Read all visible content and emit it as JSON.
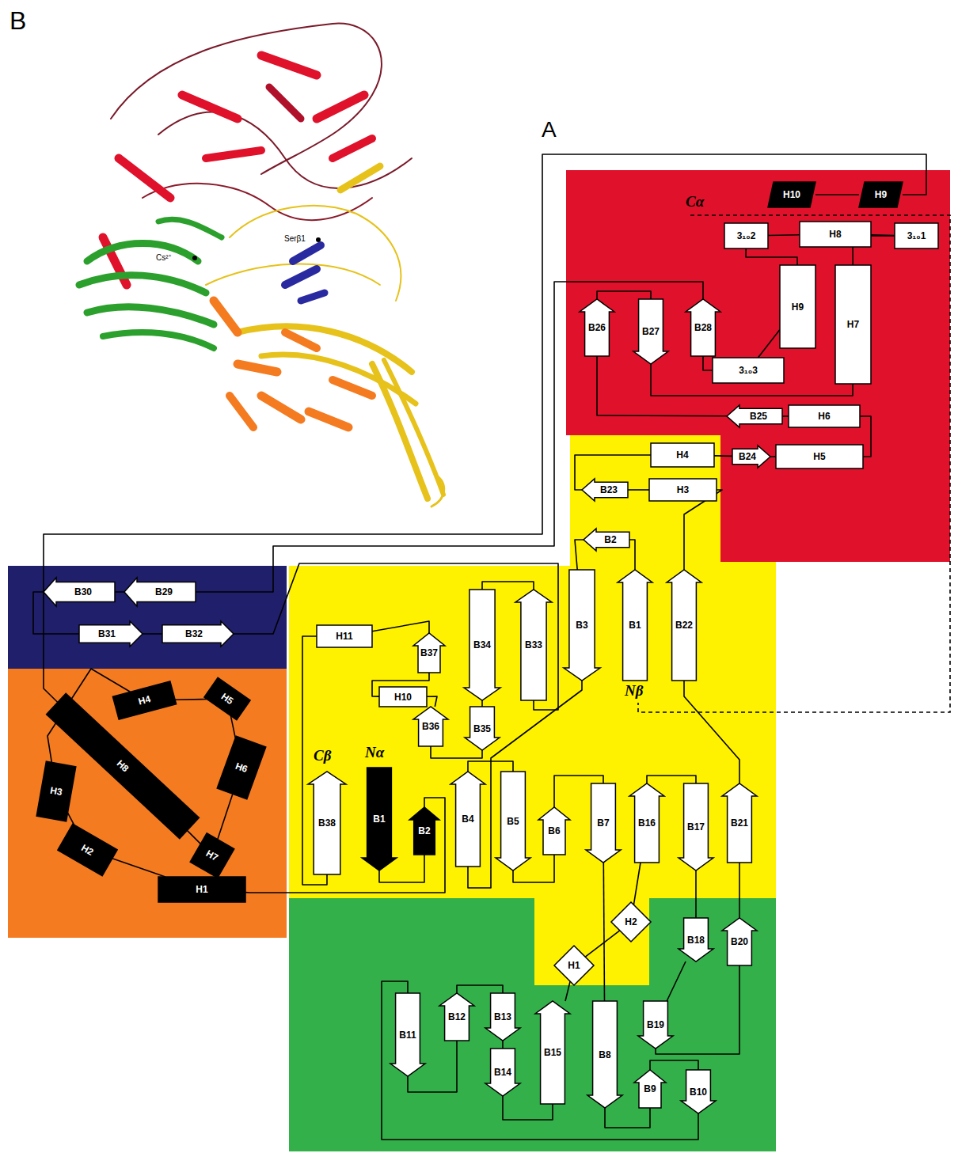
{
  "diagram": {
    "nodes": [
      {
        "text": [
          "H10"
        ]
      },
      {
        "text": [
          "H9"
        ]
      },
      {
        "text": [
          "3₁₀2"
        ]
      },
      {
        "text": [
          "H8"
        ]
      },
      {
        "text": [
          "3₁₀1"
        ]
      },
      {
        "text": [
          "B26"
        ]
      },
      {
        "text": [
          "B27"
        ]
      },
      {
        "text": [
          "B28"
        ]
      },
      {
        "text": [
          "H9"
        ]
      },
      {
        "text": [
          "H7"
        ]
      },
      {
        "text": [
          "3₁₀3"
        ]
      },
      {
        "text": [
          "B25"
        ]
      },
      {
        "text": [
          "H6"
        ]
      },
      {
        "text": [
          "H4"
        ]
      },
      {
        "text": [
          "B24"
        ]
      },
      {
        "text": [
          "H5"
        ]
      },
      {
        "text": [
          "B23"
        ]
      },
      {
        "text": [
          "H3"
        ]
      },
      {
        "text": [
          "B2"
        ]
      },
      {
        "text": [
          "B3"
        ]
      },
      {
        "text": [
          "B1"
        ]
      },
      {
        "text": [
          "B22"
        ]
      },
      {
        "text": [
          "B34"
        ]
      },
      {
        "text": [
          "B33"
        ]
      },
      {
        "text": [
          "B37"
        ]
      },
      {
        "text": [
          "H11"
        ]
      },
      {
        "text": [
          "H10"
        ]
      },
      {
        "text": [
          "B36"
        ]
      },
      {
        "text": [
          "B35"
        ]
      },
      {
        "text": [
          "B38"
        ]
      },
      {
        "text": [
          "B1"
        ]
      },
      {
        "text": [
          "B2"
        ]
      },
      {
        "text": [
          "B4"
        ]
      },
      {
        "text": [
          "B5"
        ]
      },
      {
        "text": [
          "B6"
        ]
      },
      {
        "text": [
          "B7"
        ]
      },
      {
        "text": [
          "B16"
        ]
      },
      {
        "text": [
          "B17"
        ]
      },
      {
        "text": [
          "B21"
        ]
      },
      {
        "text": [
          "H2"
        ]
      },
      {
        "text": [
          "H1"
        ]
      },
      {
        "text": [
          "B18"
        ]
      },
      {
        "text": [
          "B20"
        ]
      },
      {
        "text": [
          "B11"
        ]
      },
      {
        "text": [
          "B12"
        ]
      },
      {
        "text": [
          "B13"
        ]
      },
      {
        "text": [
          "B14"
        ]
      },
      {
        "text": [
          "B15"
        ]
      },
      {
        "text": [
          "B8"
        ]
      },
      {
        "text": [
          "B19"
        ]
      },
      {
        "text": [
          "B9"
        ]
      },
      {
        "text": [
          "B10"
        ]
      },
      {
        "text": [
          "B30"
        ]
      },
      {
        "text": [
          "B29"
        ]
      },
      {
        "text": [
          "B31"
        ]
      },
      {
        "text": [
          "B32"
        ]
      },
      {
        "text": [
          "H4"
        ]
      },
      {
        "text": [
          "H5"
        ]
      },
      {
        "text": [
          "H6"
        ]
      },
      {
        "text": [
          "H3"
        ]
      },
      {
        "text": [
          "H8"
        ]
      },
      {
        "text": [
          "H7"
        ]
      },
      {
        "text": [
          "H2"
        ]
      },
      {
        "text": [
          "H1"
        ]
      }
    ],
    "edges": [
      {
        "from": 20,
        "to": 18,
        "arrow": "none"
      },
      {
        "from": 18,
        "to": 19,
        "arrow": "none"
      },
      {
        "from": 19,
        "to": 32,
        "arrow": "none"
      },
      {
        "from": 32,
        "to": 33,
        "arrow": "none"
      },
      {
        "from": 33,
        "to": 34,
        "arrow": "none"
      },
      {
        "from": 34,
        "to": 35,
        "arrow": "none"
      },
      {
        "from": 35,
        "to": 48,
        "arrow": "none"
      },
      {
        "from": 48,
        "to": 50,
        "arrow": "none"
      },
      {
        "from": 50,
        "to": 51,
        "arrow": "none"
      },
      {
        "from": 51,
        "to": 43,
        "arrow": "none"
      },
      {
        "from": 43,
        "to": 44,
        "arrow": "none"
      },
      {
        "from": 44,
        "to": 45,
        "arrow": "none"
      },
      {
        "from": 45,
        "to": 46,
        "arrow": "none"
      },
      {
        "from": 46,
        "to": 47,
        "arrow": "none"
      },
      {
        "from": 47,
        "to": 40,
        "arrow": "none"
      },
      {
        "from": 40,
        "to": 39,
        "arrow": "none"
      },
      {
        "from": 39,
        "to": 36,
        "arrow": "none"
      },
      {
        "from": 36,
        "to": 37,
        "arrow": "none"
      },
      {
        "from": 37,
        "to": 41,
        "arrow": "none"
      },
      {
        "from": 41,
        "to": 49,
        "arrow": "none"
      },
      {
        "from": 49,
        "to": 42,
        "arrow": "none"
      },
      {
        "from": 42,
        "to": 38,
        "arrow": "none"
      },
      {
        "from": 38,
        "to": 21,
        "arrow": "none"
      },
      {
        "from": 21,
        "to": 17,
        "arrow": "none"
      },
      {
        "from": 17,
        "to": 16,
        "arrow": "none"
      },
      {
        "from": 16,
        "to": 13,
        "arrow": "none"
      },
      {
        "from": 13,
        "to": 14,
        "arrow": "none"
      },
      {
        "from": 14,
        "to": 15,
        "arrow": "none"
      },
      {
        "from": 15,
        "to": 12,
        "arrow": "none"
      },
      {
        "from": 12,
        "to": 11,
        "arrow": "none"
      },
      {
        "from": 11,
        "to": 5,
        "arrow": "none"
      },
      {
        "from": 5,
        "to": 6,
        "arrow": "none"
      },
      {
        "from": 6,
        "to": 9,
        "arrow": "none"
      },
      {
        "from": 9,
        "to": 4,
        "arrow": "none"
      },
      {
        "from": 4,
        "to": 3,
        "arrow": "none"
      },
      {
        "from": 3,
        "to": 2,
        "arrow": "none"
      },
      {
        "from": 2,
        "to": 8,
        "arrow": "none"
      },
      {
        "from": 8,
        "to": 10,
        "arrow": "none"
      },
      {
        "from": 10,
        "to": 7,
        "arrow": "none"
      },
      {
        "from": 7,
        "to": 53,
        "arrow": "none"
      },
      {
        "from": 53,
        "to": 52,
        "arrow": "none"
      },
      {
        "from": 52,
        "to": 54,
        "arrow": "none"
      },
      {
        "from": 54,
        "to": 55,
        "arrow": "none"
      },
      {
        "from": 55,
        "to": 23,
        "arrow": "none"
      },
      {
        "from": 23,
        "to": 22,
        "arrow": "none"
      },
      {
        "from": 22,
        "to": 28,
        "arrow": "none"
      },
      {
        "from": 28,
        "to": 27,
        "arrow": "none"
      },
      {
        "from": 27,
        "to": 26,
        "arrow": "none"
      },
      {
        "from": 26,
        "to": 24,
        "arrow": "none"
      },
      {
        "from": 24,
        "to": 25,
        "arrow": "none"
      },
      {
        "from": 25,
        "to": 29,
        "arrow": "none"
      },
      {
        "from": 30,
        "to": 31,
        "arrow": "none"
      },
      {
        "from": 31,
        "to": 63,
        "arrow": "none"
      },
      {
        "from": 63,
        "to": 62,
        "arrow": "none"
      },
      {
        "from": 62,
        "to": 59,
        "arrow": "none"
      },
      {
        "from": 59,
        "to": 56,
        "arrow": "none"
      },
      {
        "from": 56,
        "to": 57,
        "arrow": "none"
      },
      {
        "from": 57,
        "to": 58,
        "arrow": "none"
      },
      {
        "from": 58,
        "to": 61,
        "arrow": "none"
      },
      {
        "from": 61,
        "to": 60,
        "arrow": "none"
      },
      {
        "from": 60,
        "to": 1,
        "arrow": "none"
      },
      {
        "from": 1,
        "to": 0,
        "arrow": "none"
      }
    ],
    "labels": [
      "B",
      "A",
      "Cs²⁺",
      "Serβ1",
      "Cα",
      "Nβ",
      "Nα",
      "Cβ"
    ]
  }
}
